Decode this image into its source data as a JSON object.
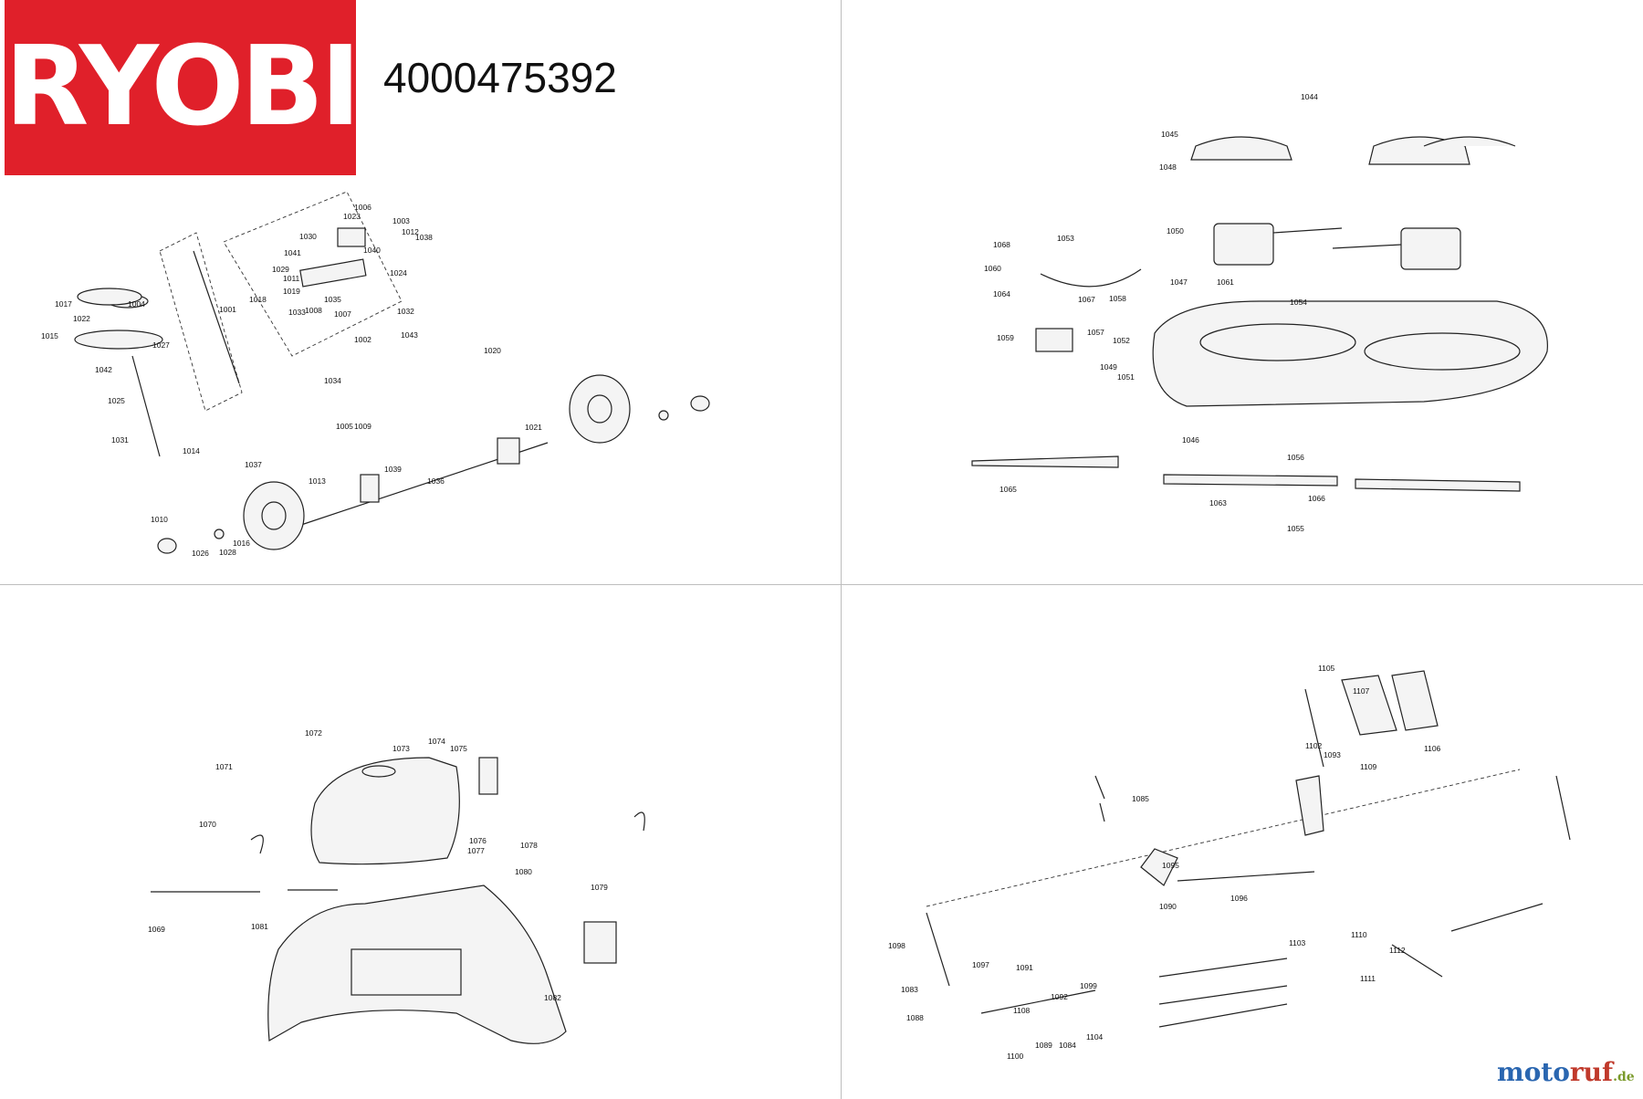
{
  "brand": {
    "logo_text": "RYOBI",
    "logo_color": "#e0202a"
  },
  "model_number": "4000475392",
  "watermark": {
    "part1": "moto",
    "part2": "ruf",
    "part3": ".de"
  },
  "callouts": [
    "1001",
    "1002",
    "1003",
    "1004",
    "1005",
    "1006",
    "1007",
    "1008",
    "1009",
    "1010",
    "1011",
    "1012",
    "1013",
    "1014",
    "1015",
    "1016",
    "1017",
    "1018",
    "1019",
    "1020",
    "1021",
    "1022",
    "1023",
    "1024",
    "1025",
    "1026",
    "1027",
    "1028",
    "1029",
    "1030",
    "1031",
    "1032",
    "1033",
    "1034",
    "1035",
    "1036",
    "1037",
    "1038",
    "1039",
    "1040",
    "1041",
    "1042",
    "1043",
    "1044",
    "1045",
    "1046",
    "1047",
    "1048",
    "1049",
    "1050",
    "1051",
    "1052",
    "1053",
    "1054",
    "1055",
    "1056",
    "1057",
    "1058",
    "1059",
    "1060",
    "1061",
    "1063",
    "1064",
    "1065",
    "1066",
    "1067",
    "1068",
    "1069",
    "1070",
    "1071",
    "1072",
    "1073",
    "1074",
    "1075",
    "1076",
    "1077",
    "1078",
    "1079",
    "1080",
    "1081",
    "1082",
    "1083",
    "1084",
    "1085",
    "1088",
    "1089",
    "1090",
    "1091",
    "1092",
    "1093",
    "1095",
    "1096",
    "1097",
    "1098",
    "1099",
    "1100",
    "1102",
    "1103",
    "1104",
    "1105",
    "1106",
    "1107",
    "1108",
    "1109",
    "1110",
    "1111",
    "1112"
  ]
}
